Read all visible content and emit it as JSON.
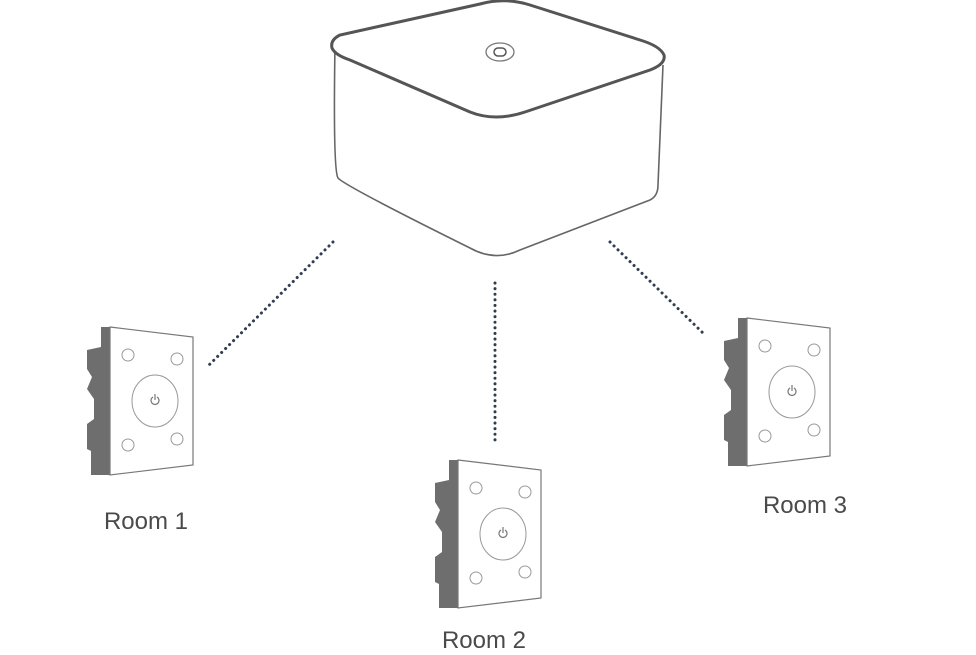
{
  "diagram": {
    "hub": {
      "icon": "hub-device-icon"
    },
    "switches": [
      {
        "label": "Room 1",
        "icon": "wall-switch-icon"
      },
      {
        "label": "Room 2",
        "icon": "wall-switch-icon"
      },
      {
        "label": "Room 3",
        "icon": "wall-switch-icon"
      }
    ],
    "colors": {
      "outline": "#555555",
      "side": "#6e6e6e",
      "connector": "#2f3e4e",
      "text": "#4a4a4a"
    }
  }
}
